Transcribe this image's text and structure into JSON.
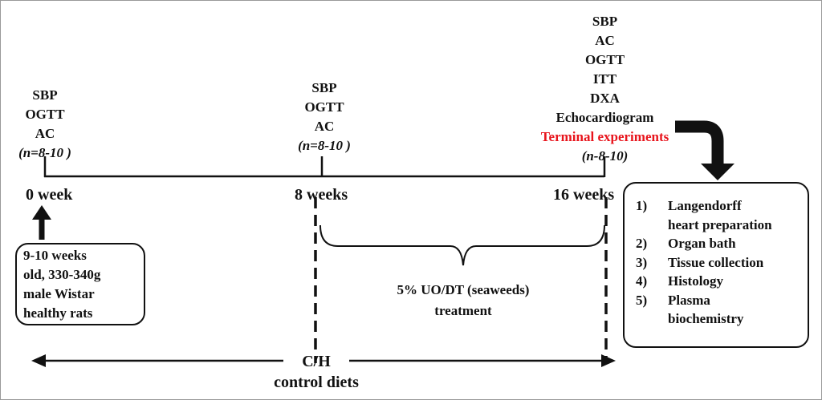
{
  "timepoints": [
    {
      "week": "0 week",
      "measures": [
        "SBP",
        "OGTT",
        "AC"
      ],
      "n": "(n=8-10 )"
    },
    {
      "week": "8 weeks",
      "measures": [
        "SBP",
        "OGTT",
        "AC"
      ],
      "n": "(n=8-10 )"
    },
    {
      "week": "16 weeks",
      "measures": [
        "SBP",
        "AC",
        "OGTT",
        "ITT",
        "DXA",
        "Echocardiogram"
      ],
      "highlight": "Terminal experiments",
      "n": "(n-8-10)"
    }
  ],
  "animals_box": [
    "9-10 weeks",
    "old, 330-340g",
    "male Wistar",
    "healthy rats"
  ],
  "treatment": [
    "5% UO/DT (seaweeds)",
    "treatment"
  ],
  "control": [
    "C/H",
    "control diets"
  ],
  "terminal_steps": [
    {
      "num": "1)",
      "lines": [
        "Langendorff",
        "heart preparation"
      ]
    },
    {
      "num": "2)",
      "lines": [
        "Organ bath"
      ]
    },
    {
      "num": "3)",
      "lines": [
        "Tissue collection"
      ]
    },
    {
      "num": "4)",
      "lines": [
        "Histology"
      ]
    },
    {
      "num": "5)",
      "lines": [
        "Plasma",
        "biochemistry"
      ]
    }
  ],
  "colors": {
    "ink": "#111111",
    "highlight": "#e8141c",
    "frame": "#9a9a9a"
  }
}
